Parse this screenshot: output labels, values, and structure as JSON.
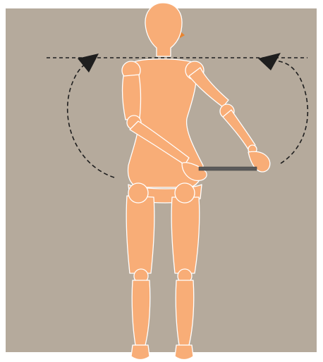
{
  "colors": {
    "background_panel": "#b5aa9c",
    "page": "#ffffff",
    "figure_fill": "#f8ad77",
    "figure_stroke": "#ffffff",
    "arrow": "#1e1e1e",
    "stick": "#5a5a5a",
    "accent": "#e8842f"
  },
  "illustration": {
    "subject": "wooden-mannequin-figure",
    "view": "back",
    "pose": "shoulder-rotation-exercise-with-stick",
    "arrows": [
      "left-circular-arrow",
      "right-circular-arrow"
    ],
    "guide": "dashed-horizontal-line"
  }
}
